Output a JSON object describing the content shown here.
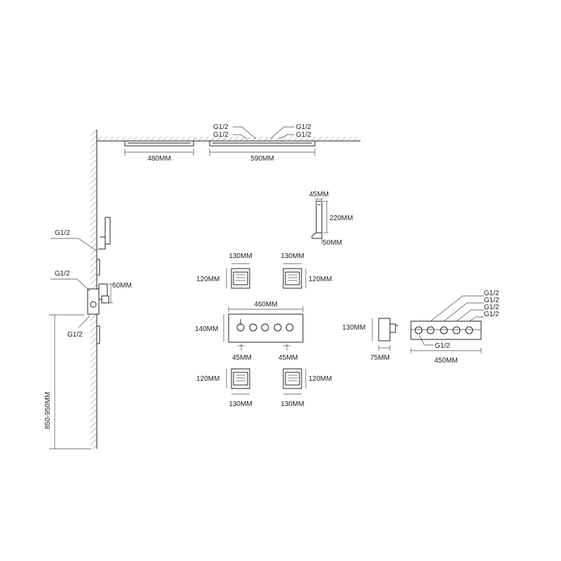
{
  "drawing": {
    "thread": "G1/2",
    "overhead": {
      "left_threads": [
        "G1/2",
        "G1/2"
      ],
      "right_threads": [
        "G1/2",
        "G1/2"
      ],
      "width_a": "480MM",
      "width_b": "590MM"
    },
    "wall": {
      "thread_upper": "G1/2",
      "thread_mid": "G1/2",
      "thread_lower": "G1/2",
      "depth": "60MM",
      "height_range": "850-950MM"
    },
    "handshower": {
      "width": "45MM",
      "height": "220MM",
      "bracket": "50MM"
    },
    "body_jets": {
      "width": "130MM",
      "height": "120MM"
    },
    "control_panel": {
      "width": "460MM",
      "height": "140MM",
      "spacing_left": "45MM",
      "spacing_right": "45MM"
    },
    "valve": {
      "height": "130MM",
      "depth": "75MM"
    },
    "manifold": {
      "width": "450MM",
      "outlet_threads": [
        "G1/2",
        "G1/2",
        "G1/2",
        "G1/2"
      ],
      "inlet_thread": "G1/2"
    }
  }
}
